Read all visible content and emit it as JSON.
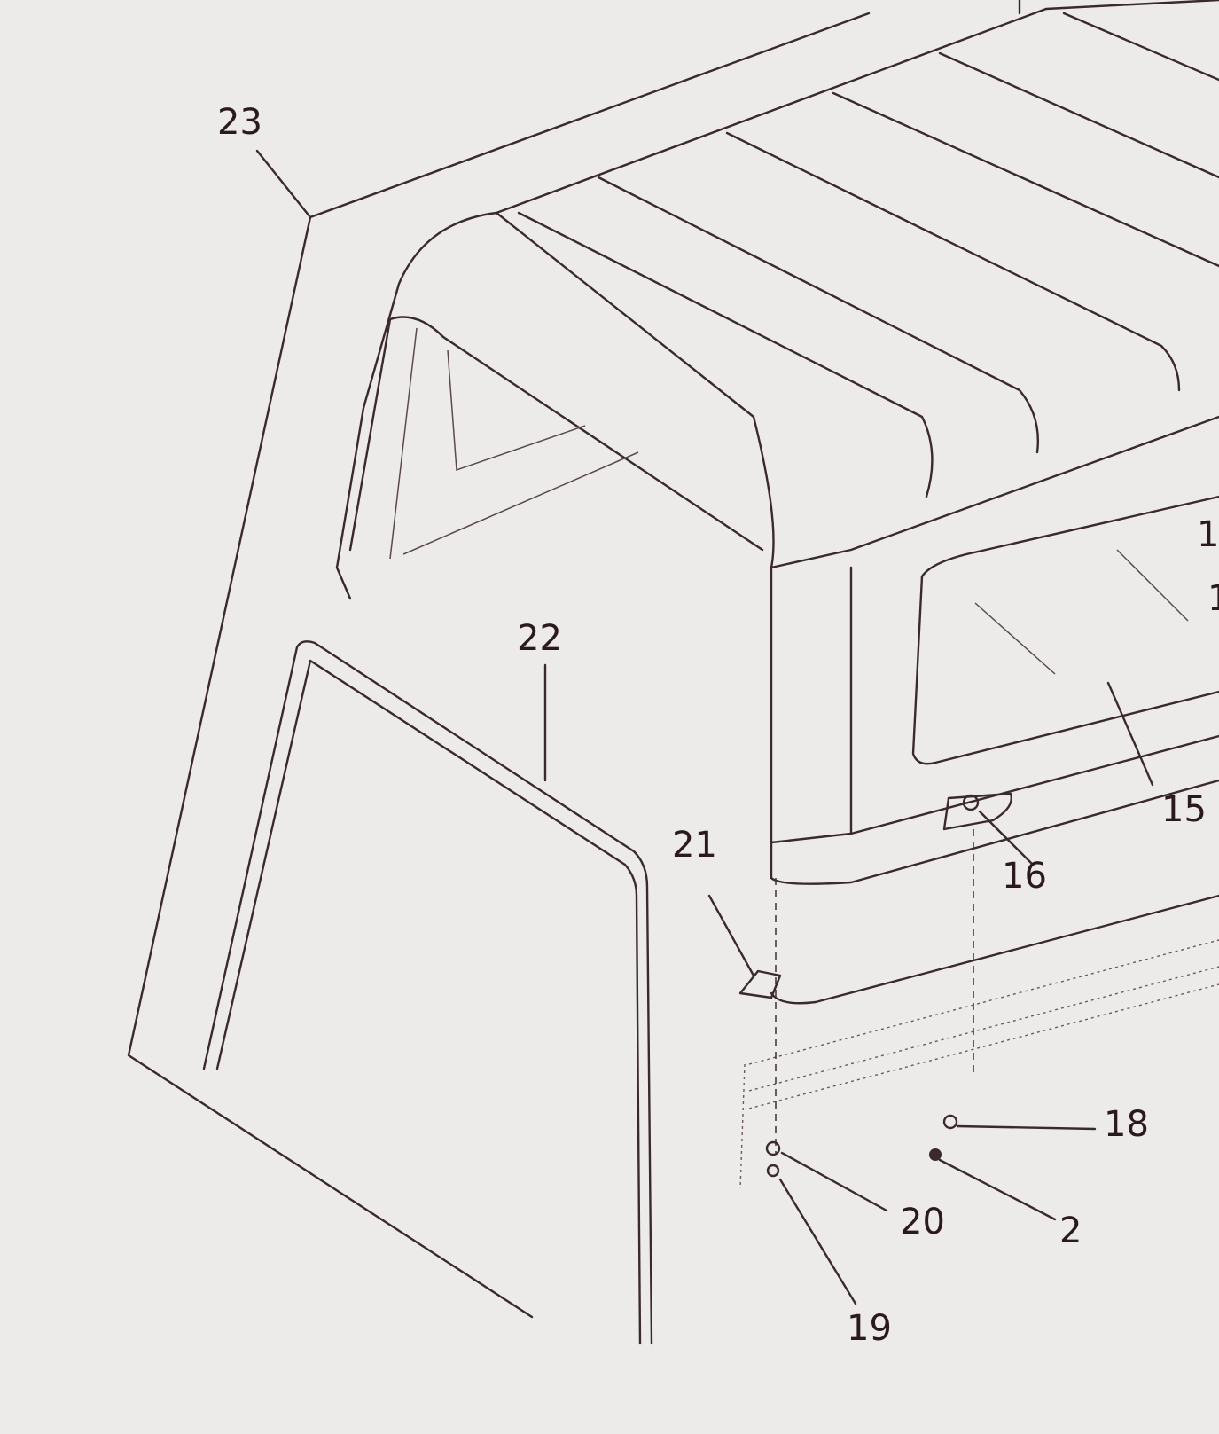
{
  "diagram": {
    "callouts": [
      {
        "id": "c23",
        "text": "23"
      },
      {
        "id": "c22",
        "text": "22"
      },
      {
        "id": "c21",
        "text": "21"
      },
      {
        "id": "c16",
        "text": "16"
      },
      {
        "id": "c15",
        "text": "15"
      },
      {
        "id": "c18",
        "text": "18"
      },
      {
        "id": "c2",
        "text": "2"
      },
      {
        "id": "c20",
        "text": "20"
      },
      {
        "id": "c19",
        "text": "19"
      },
      {
        "id": "c1a",
        "text": "1"
      },
      {
        "id": "c1b",
        "text": "1"
      }
    ],
    "line_color": "#3a2a2e",
    "paper_color": "#ecebe9"
  }
}
